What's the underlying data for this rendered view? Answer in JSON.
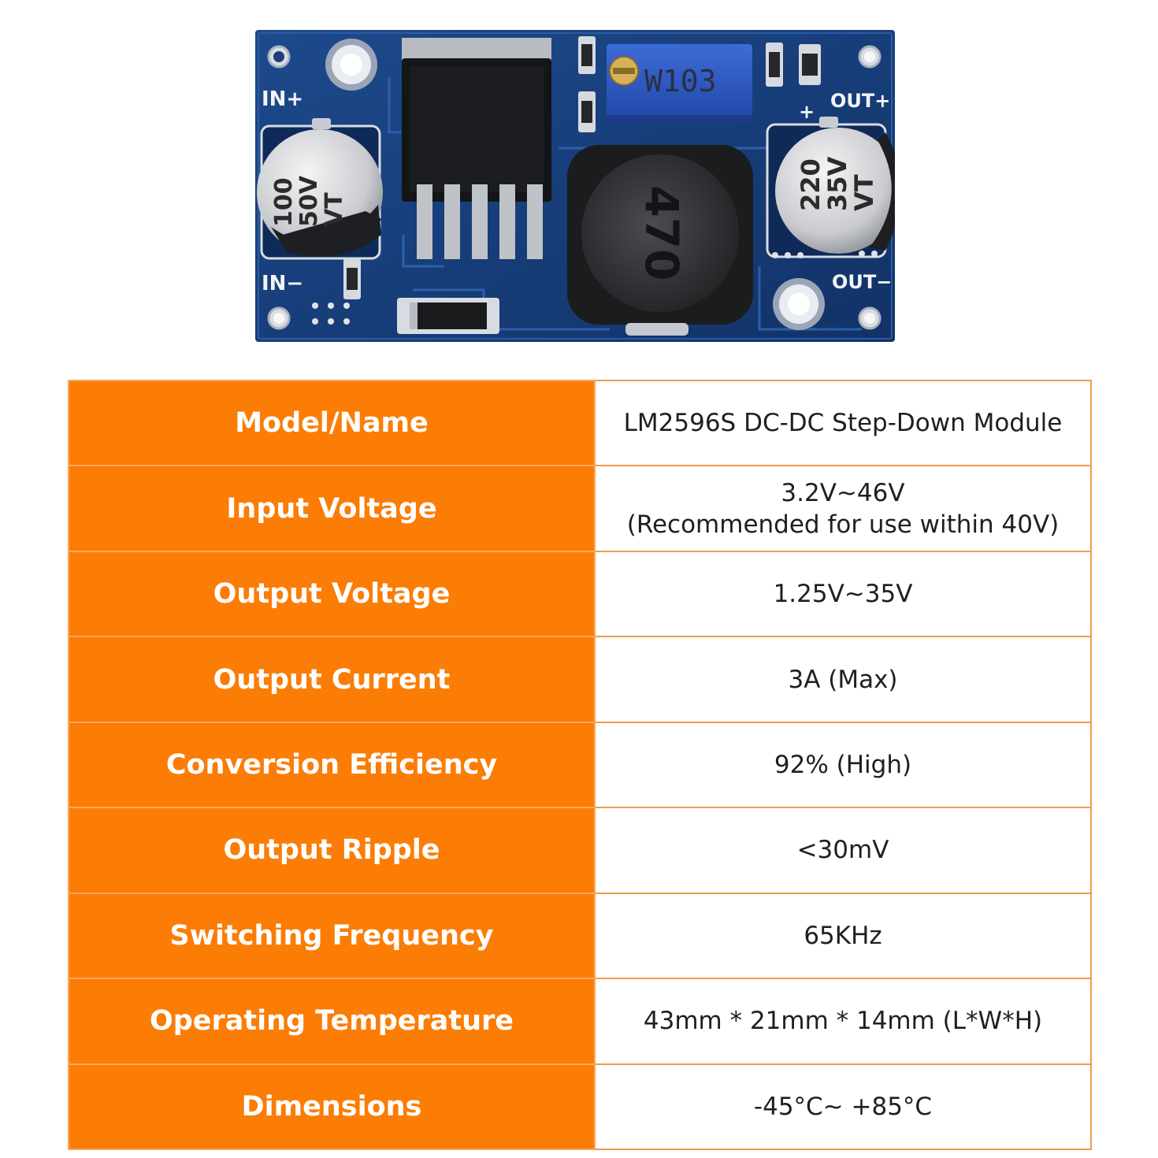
{
  "pcb": {
    "labels": {
      "in_plus": "IN+",
      "in_minus": "IN−",
      "out_plus": "OUT+",
      "out_minus": "OUT−",
      "plus_mark": "+"
    },
    "potentiometer_marking": "W103",
    "inductor_marking": "470",
    "capacitor_input": [
      "100",
      "50V",
      "VT"
    ],
    "capacitor_output": [
      "220",
      "35V",
      "VT"
    ],
    "board_color": "#173c79"
  },
  "specs": {
    "label_color": "#fb7d06",
    "rows": [
      {
        "label": "Model/Name",
        "value": "LM2596S DC-DC Step-Down Module"
      },
      {
        "label": "Input Voltage",
        "value": "3.2V~46V\n(Recommended for use within 40V)"
      },
      {
        "label": "Output Voltage",
        "value": "1.25V~35V"
      },
      {
        "label": "Output Current",
        "value": "3A (Max)"
      },
      {
        "label": "Conversion Efficiency",
        "value": "92% (High)"
      },
      {
        "label": "Output Ripple",
        "value": "<30mV"
      },
      {
        "label": "Switching Frequency",
        "value": "65KHz"
      },
      {
        "label": "Operating Temperature",
        "value": "43mm * 21mm * 14mm (L*W*H)"
      },
      {
        "label": "Dimensions",
        "value": "-45°C~ +85°C"
      }
    ]
  }
}
